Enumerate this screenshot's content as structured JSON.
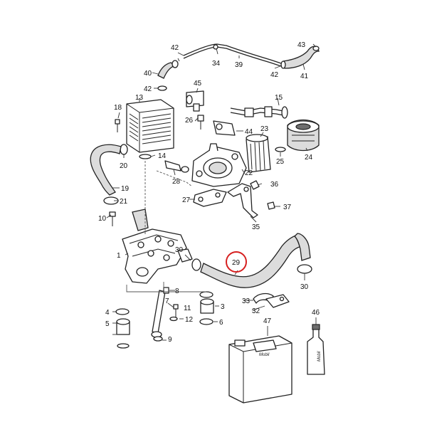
{
  "diagram": {
    "callouts": {
      "c1": "1",
      "c3": "3",
      "c4": "4",
      "c5": "5",
      "c6": "6",
      "c7": "7",
      "c8": "8",
      "c9": "9",
      "c10": "10",
      "c11": "11",
      "c12": "12",
      "c13": "13",
      "c14": "14",
      "c15": "15",
      "c18": "18",
      "c19": "19",
      "c20": "20",
      "c21": "21",
      "c22": "22",
      "c23": "23",
      "c24": "24",
      "c25": "25",
      "c26": "26",
      "c27": "27",
      "c28": "28",
      "c29": "29",
      "c30a": "30",
      "c30b": "30",
      "c32": "32",
      "c33": "33",
      "c34": "34",
      "c35": "35",
      "c36": "36",
      "c37": "37",
      "c39": "39",
      "c40": "40",
      "c41": "41",
      "c42a": "42",
      "c42b": "42",
      "c42c": "42",
      "c43": "43",
      "c44": "44",
      "c45": "45",
      "c46": "46",
      "c47": "47"
    },
    "product_labels": {
      "canister": "Mobil",
      "bottle": "Mobil"
    },
    "highlighted_part": "29",
    "colors": {
      "highlight": "#d62020",
      "line": "#222222"
    }
  }
}
